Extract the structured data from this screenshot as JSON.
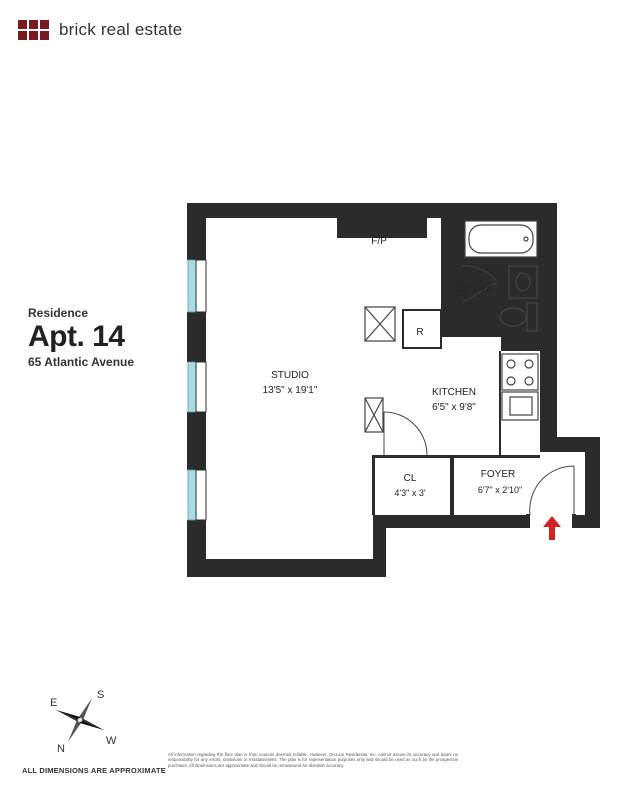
{
  "brand": {
    "name": "brick real estate",
    "logo_color": "#7a1a1f"
  },
  "listing": {
    "residence_label": "Residence",
    "unit": "Apt. 14",
    "address": "65 Atlantic Avenue"
  },
  "rooms": {
    "studio": {
      "name": "STUDIO",
      "dims": "13'5\" x 19'1\""
    },
    "fireplace": {
      "name": "F/P"
    },
    "bath": {
      "dims": "4'2\" x 6'4\""
    },
    "refrigerator": {
      "name": "R"
    },
    "kitchen": {
      "name": "KITCHEN",
      "dims": "6'5\" x 9'8\""
    },
    "closet": {
      "name": "CL",
      "dims": "4'3\" x 3'"
    },
    "foyer": {
      "name": "FOYER",
      "dims": "6'7\" x 2'10\""
    }
  },
  "compass": {
    "n": "N",
    "s": "S",
    "e": "E",
    "w": "W"
  },
  "footer": {
    "approx": "ALL DIMENSIONS ARE APPROXIMATE",
    "disclaimer": "All information regarding the floor plan is from sources deemed reliable. However, On.Line Residential, Inc. cannot assure its accuracy and bears no responsibility for any errors, omissions or misstatements. The plan is for representation purposes only and should be used as such by the prospective purchaser. All dimensions are approximate and should be remeasured for absolute accuracy."
  },
  "colors": {
    "wall": "#2b2b2b",
    "window": "#a8dde6",
    "fixture": "#444444",
    "entry_arrow": "#d32222"
  }
}
